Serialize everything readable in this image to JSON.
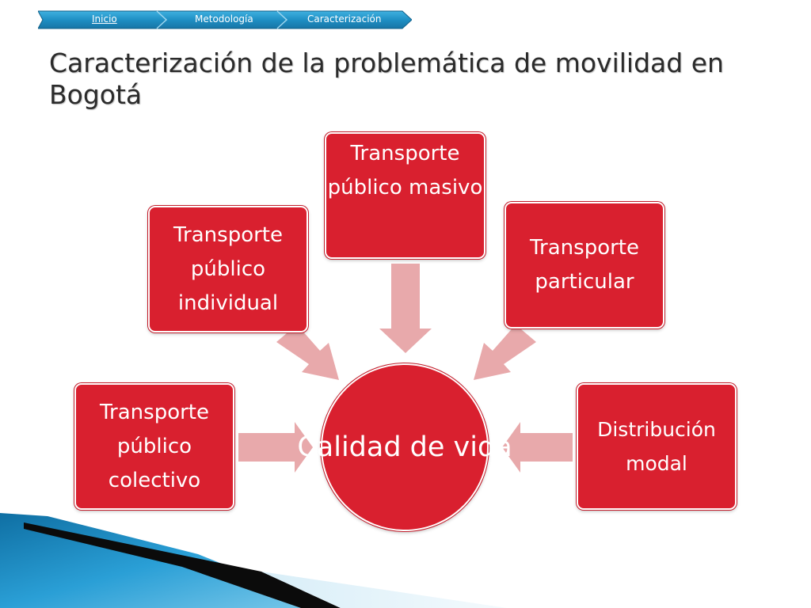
{
  "breadcrumb": {
    "items": [
      {
        "label": "Inicio"
      },
      {
        "label": "Metodología"
      },
      {
        "label": "Caracterización"
      }
    ]
  },
  "title": "Caracterización de la problemática de movilidad en Bogotá",
  "diagram": {
    "center": {
      "label": "Calidad de vida"
    },
    "nodes": [
      {
        "label": "Transporte público colectivo"
      },
      {
        "label": "Transporte público individual"
      },
      {
        "label": "Transporte público masivo"
      },
      {
        "label": "Transporte particular"
      },
      {
        "label": "Distribución modal"
      }
    ]
  },
  "colors": {
    "node_fill": "#d9202f",
    "arrow_fill": "#e8a9ab",
    "breadcrumb_fill": "#1f8fc4",
    "decor_blue": "#2a9fd6"
  }
}
